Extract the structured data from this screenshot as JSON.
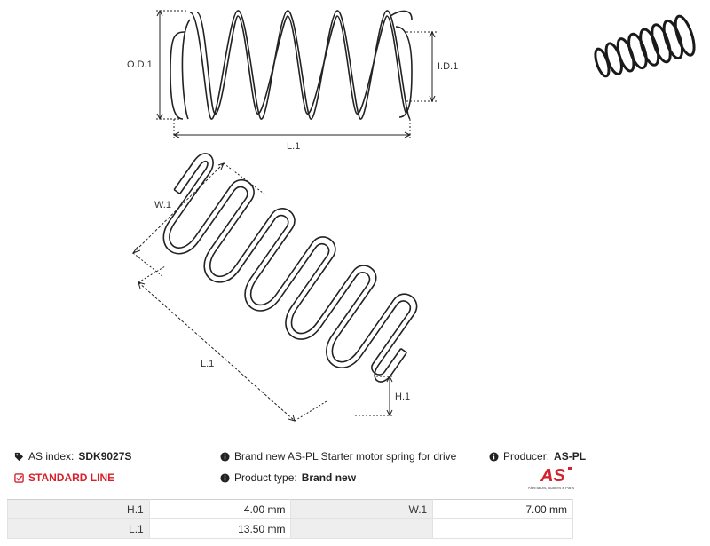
{
  "drawing": {
    "dims": {
      "od": "O.D.1",
      "id": "I.D.1",
      "l_top": "L.1",
      "w": "W.1",
      "l_side": "L.1",
      "h": "H.1"
    }
  },
  "info": {
    "as_index_label": "AS index:",
    "as_index_value": "SDK9027S",
    "standard_line": "STANDARD LINE",
    "description": "Brand new AS-PL Starter motor spring for drive",
    "product_type_label": "Product type:",
    "product_type_value": "Brand new",
    "producer_label": "Producer:",
    "producer_value": "AS-PL"
  },
  "logo": {
    "mark": "AS",
    "tagline": "Alternators, Starters & Parts",
    "accent_color": "#d6212b"
  },
  "specs": {
    "rows": [
      {
        "label1": "H.1",
        "value1": "4.00 mm",
        "label2": "W.1",
        "value2": "7.00 mm"
      },
      {
        "label1": "L.1",
        "value1": "13.50 mm",
        "label2": "",
        "value2": ""
      }
    ]
  }
}
